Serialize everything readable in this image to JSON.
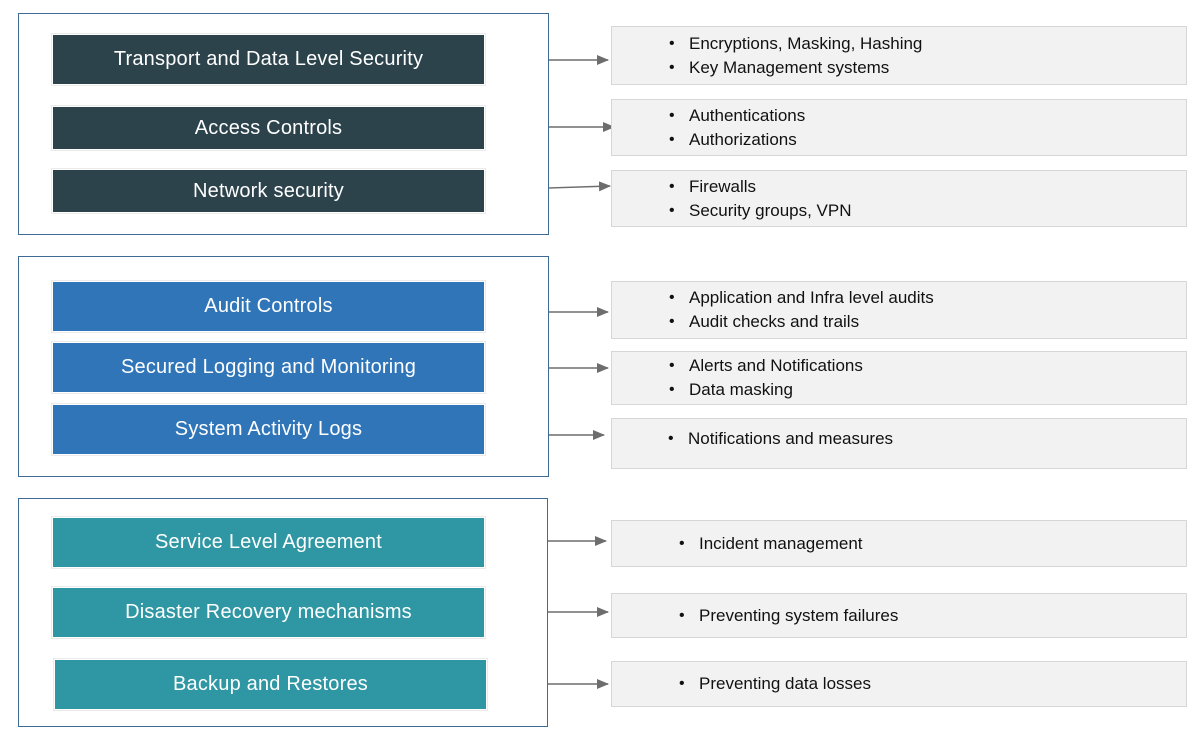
{
  "colors": {
    "security": "#2c434c",
    "audit": "#2f75b8",
    "availability": "#2f96a3",
    "frame": "#3e6b95",
    "detail_bg": "#f2f2f2",
    "arrow": "#6d6d6d"
  },
  "groups": [
    {
      "items": [
        {
          "label": "Transport and Data Level Security",
          "details": [
            "Encryptions, Masking, Hashing",
            "Key Management systems"
          ]
        },
        {
          "label": "Access Controls",
          "details": [
            "Authentications",
            "Authorizations"
          ]
        },
        {
          "label": "Network security",
          "details": [
            "Firewalls",
            "Security groups, VPN"
          ]
        }
      ]
    },
    {
      "items": [
        {
          "label": "Audit Controls",
          "details": [
            "Application and Infra level audits",
            "Audit checks and trails"
          ]
        },
        {
          "label": "Secured Logging and Monitoring",
          "details": [
            "Alerts and Notifications",
            "Data masking"
          ]
        },
        {
          "label": "System Activity Logs",
          "details": [
            "Notifications and measures"
          ]
        }
      ]
    },
    {
      "items": [
        {
          "label": "Service Level Agreement",
          "details": [
            "Incident management"
          ]
        },
        {
          "label": "Disaster Recovery mechanisms",
          "details": [
            "Preventing system failures"
          ]
        },
        {
          "label": "Backup and Restores",
          "details": [
            "Preventing data losses"
          ]
        }
      ]
    }
  ]
}
